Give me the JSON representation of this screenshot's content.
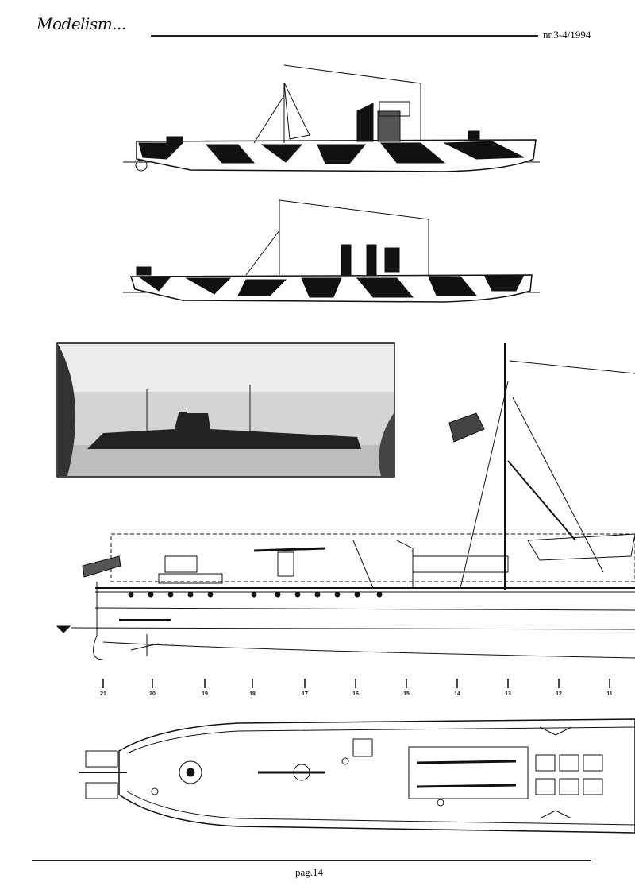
{
  "header": {
    "logo_text": "Modelism...",
    "issue": "nr.3-4/1994"
  },
  "footer": {
    "page": "pag.14"
  },
  "stations": [
    "21",
    "20",
    "19",
    "18",
    "17",
    "16",
    "15",
    "14",
    "13",
    "12",
    "11"
  ],
  "colors": {
    "ink": "#111111",
    "paper": "#ffffff",
    "photo_sky": "#c8c8c8"
  }
}
